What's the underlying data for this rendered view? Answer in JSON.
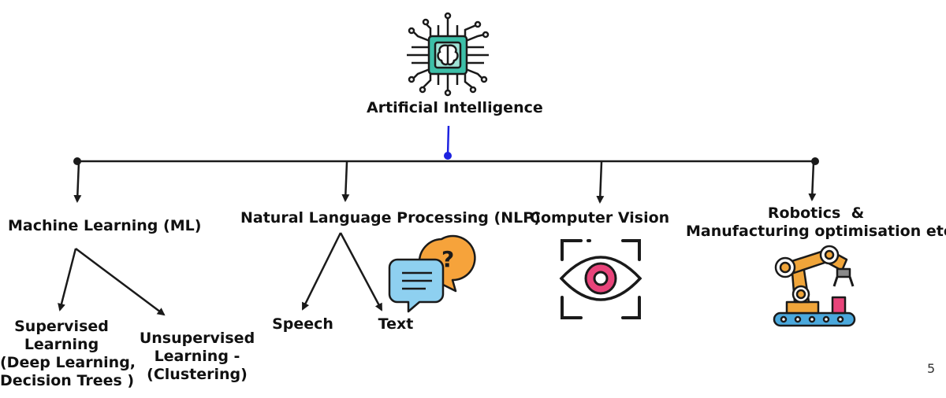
{
  "root": {
    "label": "Artificial Intelligence",
    "icon": "ai-chip-brain-icon"
  },
  "branches": [
    {
      "label": "Machine Learning (ML)",
      "children": [
        {
          "label": "Supervised\nLearning\n(Deep Learning,\nDecision Trees )"
        },
        {
          "label": "Unsupervised\nLearning -\n(Clustering)"
        }
      ]
    },
    {
      "label": "Natural Language Processing (NLP)",
      "icon": "chat-question-bubble-icon",
      "children": [
        {
          "label": "Speech"
        },
        {
          "label": "Text"
        }
      ]
    },
    {
      "label": "Computer Vision",
      "icon": "eye-scan-icon"
    },
    {
      "label": "Robotics  &\nManufacturing optimisation etc",
      "icon": "robotic-arm-icon"
    }
  ],
  "page_number": "5",
  "colors": {
    "connector": "#1a1a1a",
    "root_connector": "#1d22e0",
    "chip": "#3dbfa8",
    "bubble_orange": "#f6a33b",
    "bubble_blue": "#8ed0f0",
    "eye_pink": "#e8447a",
    "robot_orange": "#f0a53a",
    "robot_belt": "#4aa8dc"
  }
}
